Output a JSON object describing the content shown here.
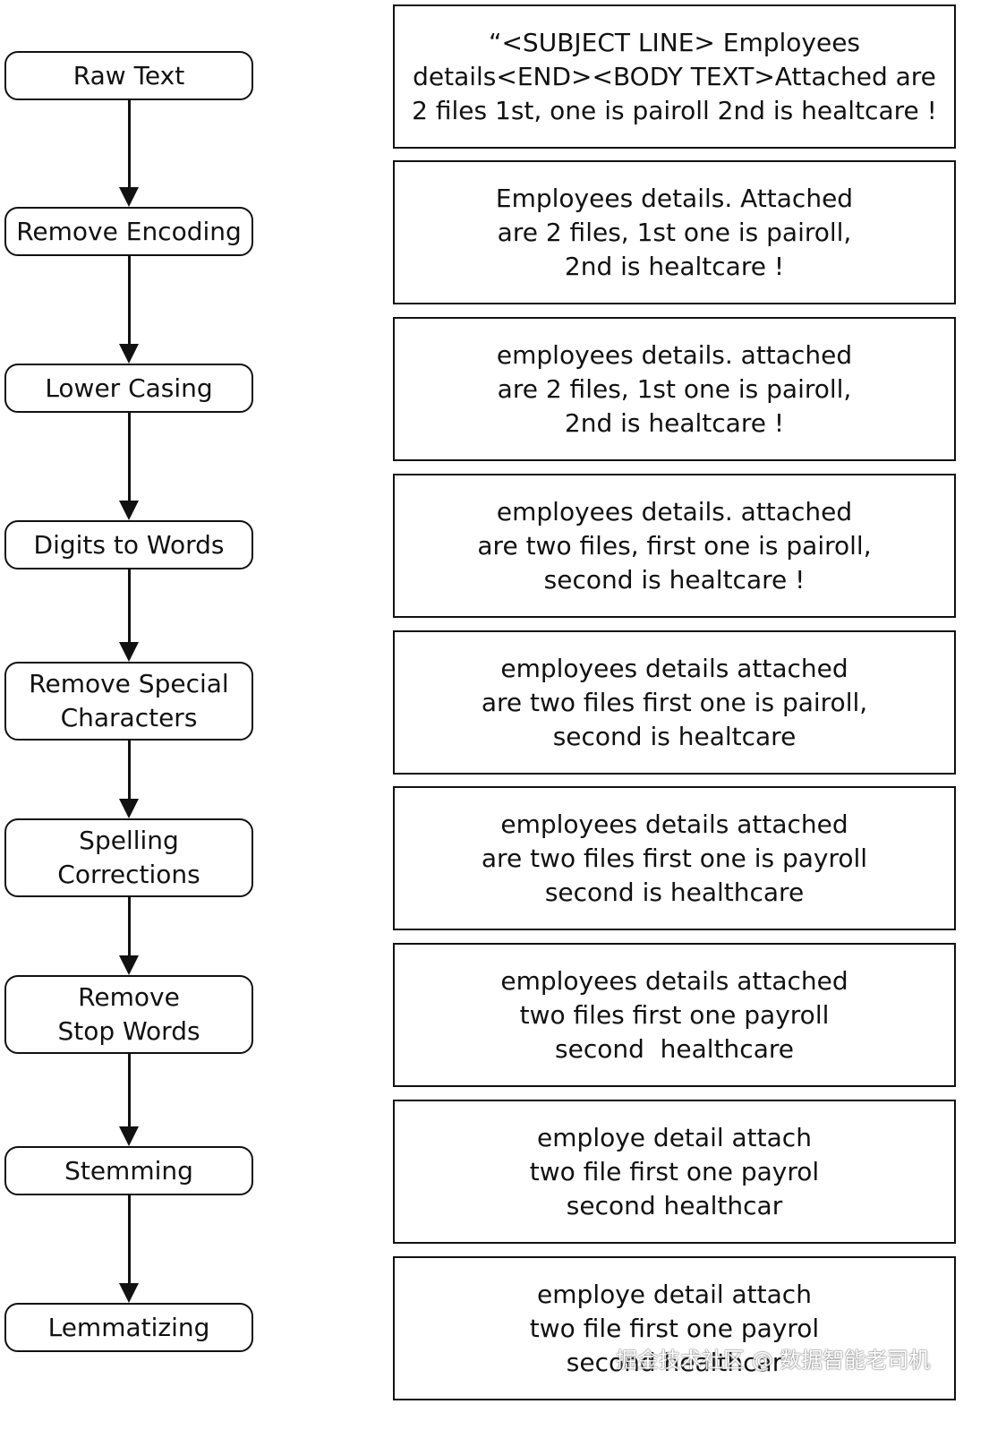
{
  "steps": [
    {
      "label": [
        "Raw Text"
      ]
    },
    {
      "label": [
        "Remove Encoding"
      ]
    },
    {
      "label": [
        "Lower Casing"
      ]
    },
    {
      "label": [
        "Digits to Words"
      ]
    },
    {
      "label": [
        "Remove Special",
        "Characters"
      ]
    },
    {
      "label": [
        "Spelling",
        "Corrections"
      ]
    },
    {
      "label": [
        "Remove",
        "Stop Words"
      ]
    },
    {
      "label": [
        "Stemming"
      ]
    },
    {
      "label": [
        "Lemmatizing"
      ]
    }
  ],
  "outputs": [
    {
      "lines": [
        "“<SUBJECT LINE> Employees",
        "details<END><BODY TEXT>Attached are",
        "2 files 1st, one is pairoll 2nd is healtcare !"
      ]
    },
    {
      "lines": [
        "Employees details. Attached",
        "are 2 files, 1st one is pairoll,",
        "2nd is healtcare !"
      ]
    },
    {
      "lines": [
        "employees details. attached",
        "are 2 files, 1st one is pairoll,",
        "2nd is healtcare !"
      ]
    },
    {
      "lines": [
        "employees details. attached",
        "are two files, first one is pairoll,",
        "second is healtcare !"
      ]
    },
    {
      "lines": [
        "employees details attached",
        "are two files first one is pairoll,",
        "second is healtcare"
      ]
    },
    {
      "lines": [
        "employees details attached",
        "are two files first one is payroll",
        "second is healthcare"
      ]
    },
    {
      "lines": [
        "employees details attached",
        "two files first one payroll",
        "second  healthcare"
      ]
    },
    {
      "lines": [
        "employe detail attach",
        "two file first one payrol",
        "second healthcar"
      ]
    },
    {
      "lines": [
        "employe detail attach",
        "two file first one payrol",
        "second healthcar"
      ]
    }
  ],
  "watermark": "掘金技术社区 @ 数据智能老司机"
}
